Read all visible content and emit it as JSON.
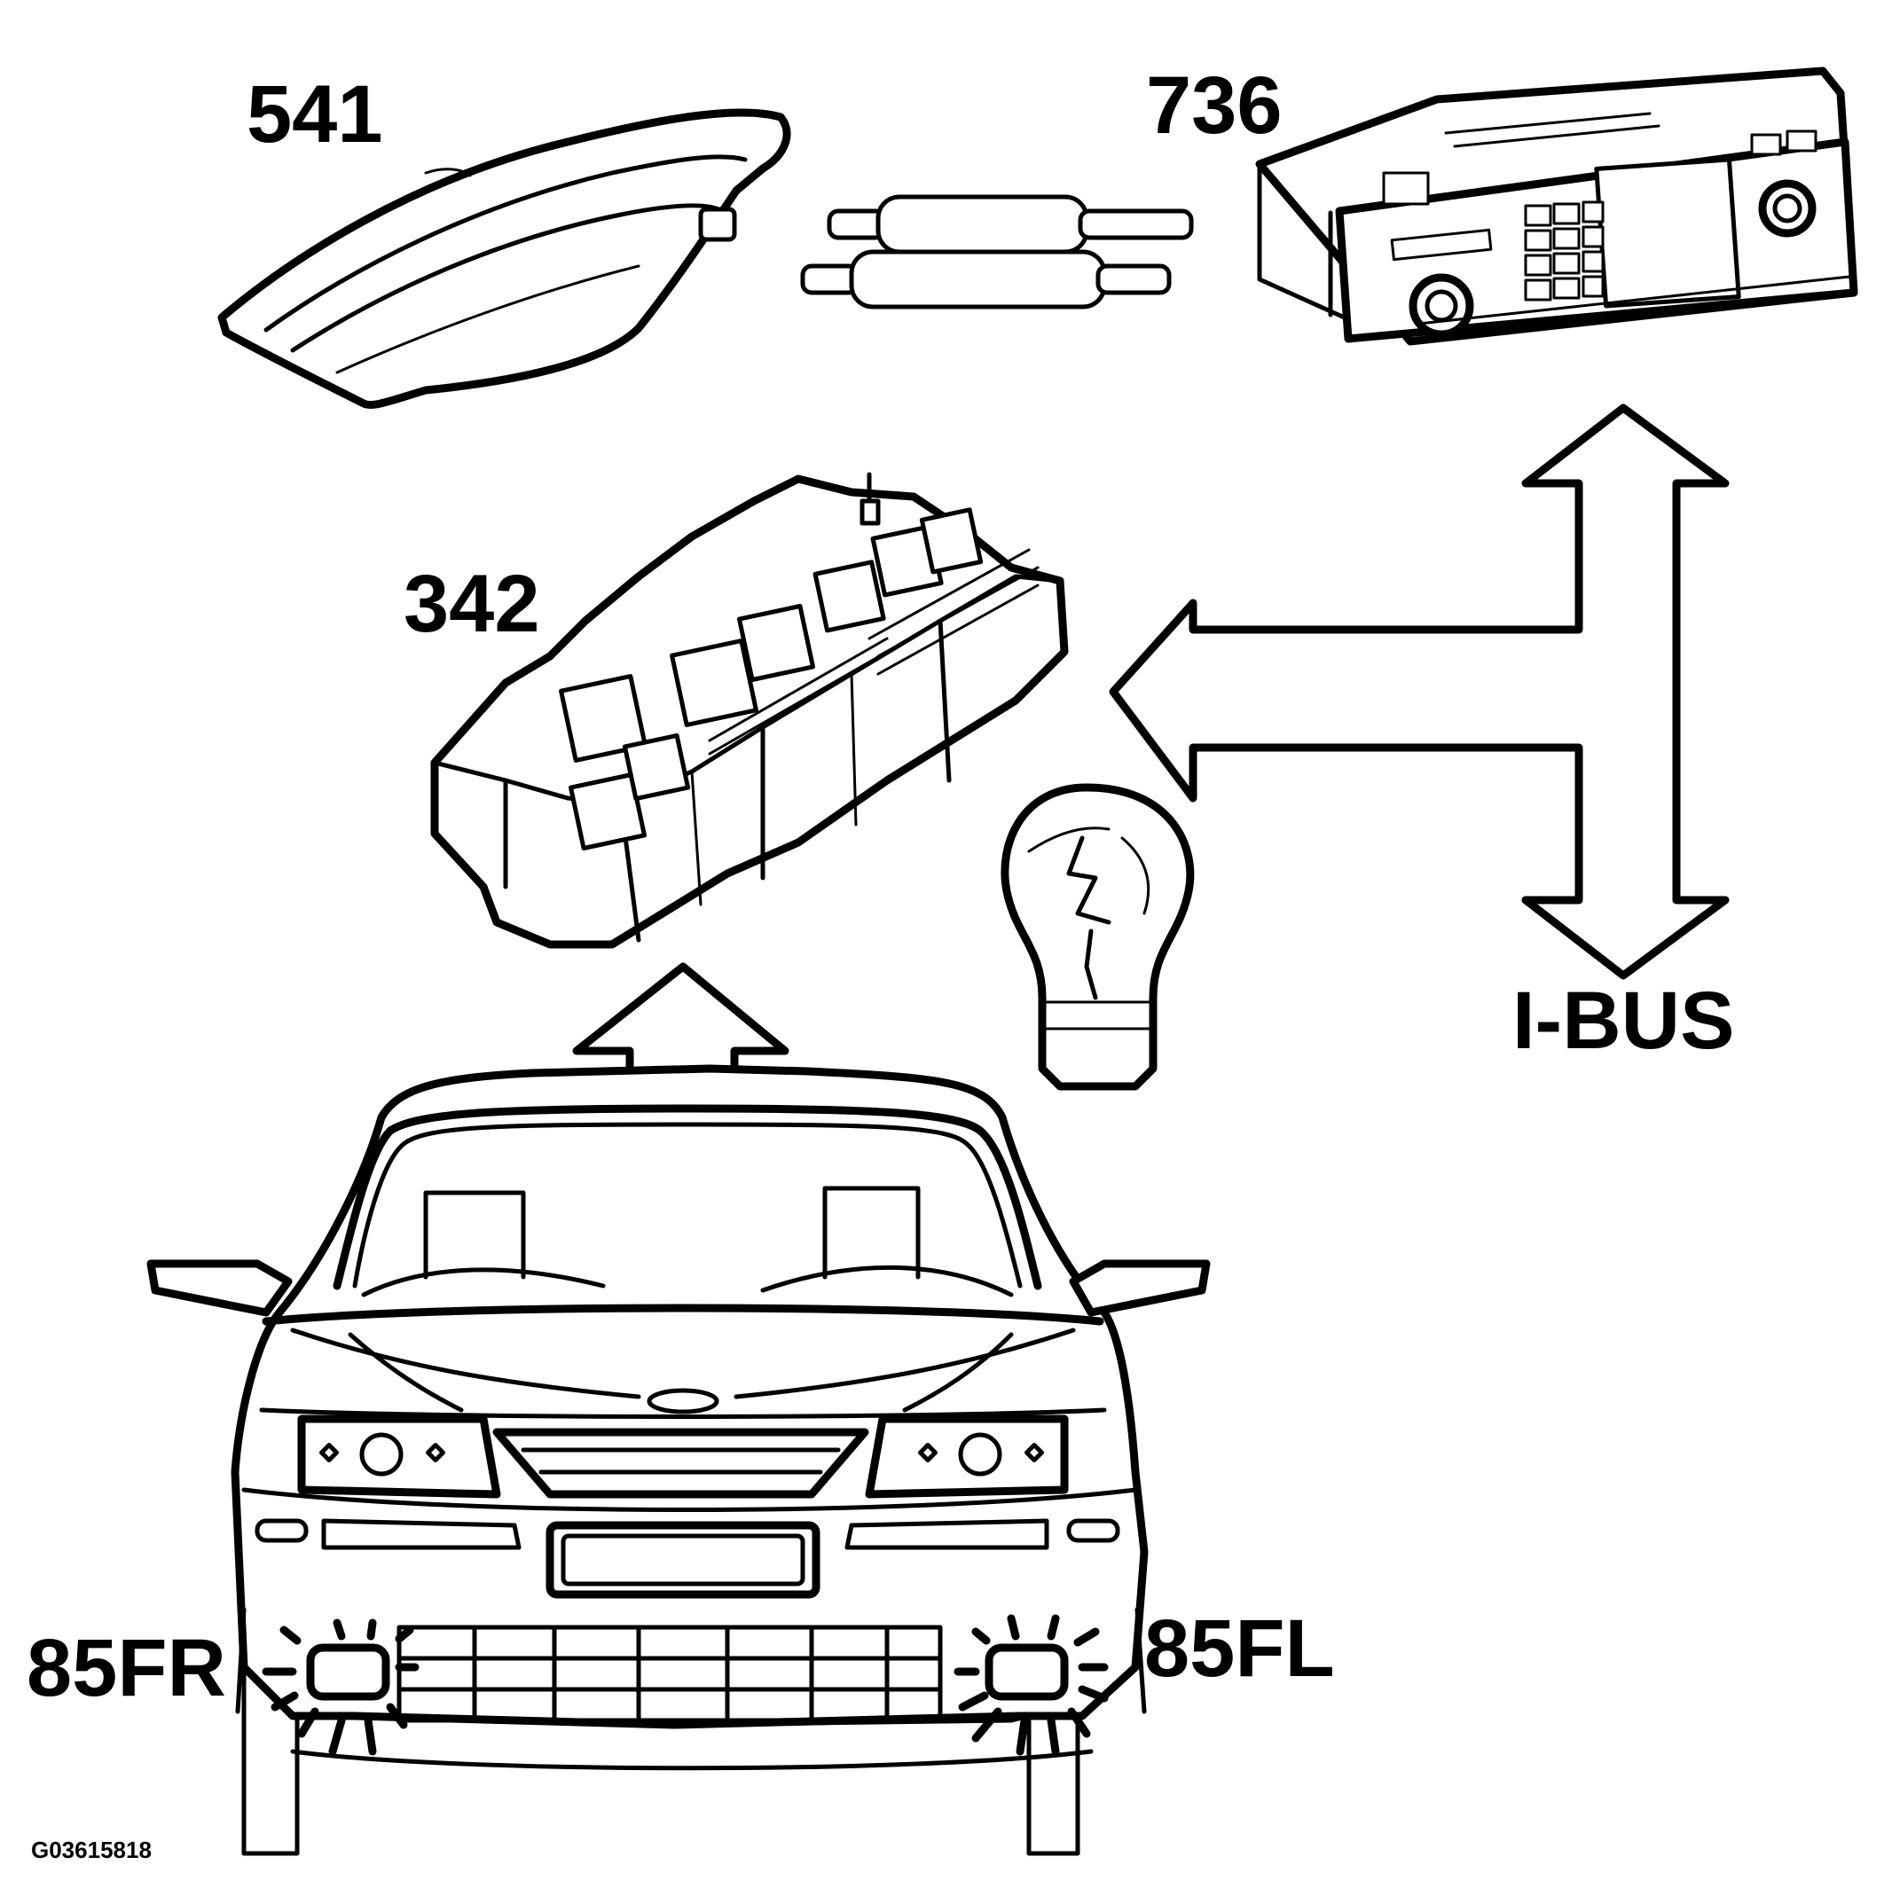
{
  "labels": {
    "handle": "541",
    "radio": "736",
    "fusebox": "342",
    "bus": "I-BUS",
    "fog_right": "85FR",
    "fog_left": "85FL"
  },
  "figure_code": "G03615818"
}
